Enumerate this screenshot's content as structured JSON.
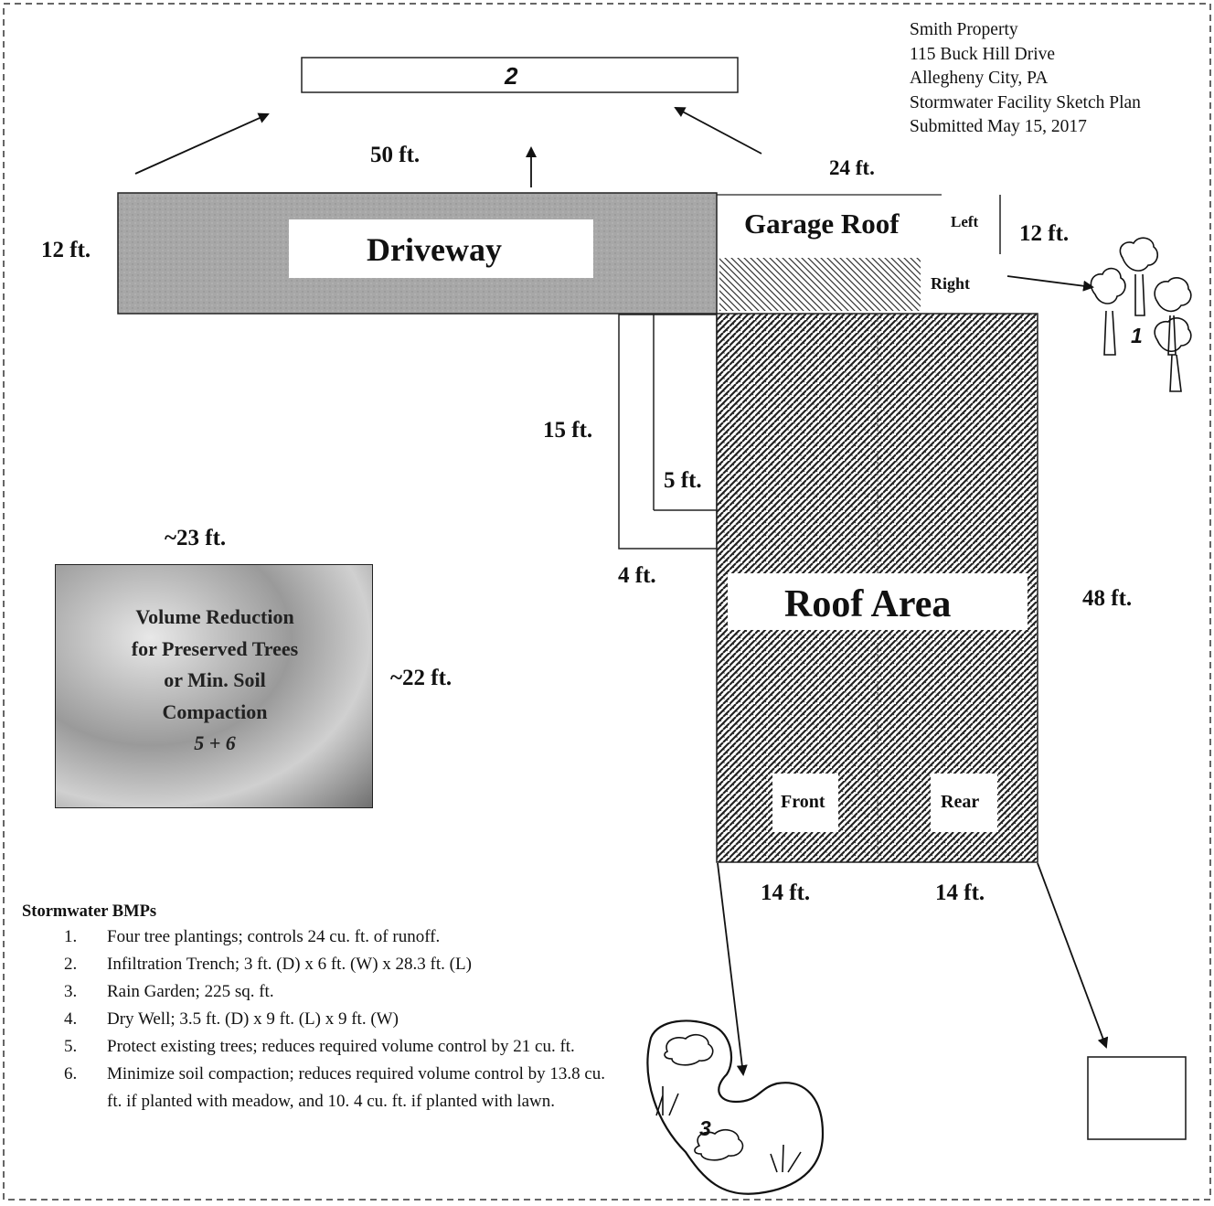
{
  "title_block": {
    "line1": "Smith Property",
    "line2": "115 Buck Hill Drive",
    "line3": "Allegheny City, PA",
    "line4": "Stormwater Facility Sketch Plan",
    "line5": "Submitted May 15, 2017"
  },
  "areas": {
    "driveway": "Driveway",
    "garage_roof": "Garage Roof",
    "roof_area": "Roof Area",
    "left": "Left",
    "right": "Right",
    "front": "Front",
    "rear": "Rear"
  },
  "dimensions": {
    "driveway_length": "50 ft.",
    "driveway_width": "12 ft.",
    "garage_width": "24 ft.",
    "garage_depth": "12 ft.",
    "walk_length": "15 ft.",
    "walk_step": "5 ft.",
    "walk_width": "4 ft.",
    "roof_length": "48 ft.",
    "roof_front": "14 ft.",
    "roof_rear": "14 ft.",
    "volume_width": "~23 ft.",
    "volume_height": "~22 ft."
  },
  "bmp_markers": {
    "trench": "2",
    "trees": "1",
    "rain_garden": "3"
  },
  "volume_box": {
    "line1": "Volume Reduction",
    "line2": "for Preserved Trees",
    "line3": "or Min. Soil",
    "line4": "Compaction",
    "line5": "5 + 6"
  },
  "bmps": {
    "heading": "Stormwater BMPs",
    "items": [
      {
        "num": "1.",
        "text": "Four tree plantings; controls 24 cu. ft. of runoff."
      },
      {
        "num": "2.",
        "text": "Infiltration Trench; 3 ft. (D) x 6 ft. (W) x 28.3 ft. (L)"
      },
      {
        "num": "3.",
        "text": "Rain Garden; 225 sq. ft."
      },
      {
        "num": "4.",
        "text": "Dry Well; 3.5 ft. (D) x 9 ft. (L) x 9 ft. (W)"
      },
      {
        "num": "5.",
        "text": "Protect existing trees; reduces required volume control by 21 cu. ft."
      },
      {
        "num": "6.",
        "text": "Minimize soil compaction; reduces required volume control by 13.8 cu. ft. if planted with meadow, and 10. 4 cu. ft. if planted with lawn."
      }
    ]
  },
  "colors": {
    "driveway_fill": "#a9a9a9",
    "line": "#111111"
  }
}
